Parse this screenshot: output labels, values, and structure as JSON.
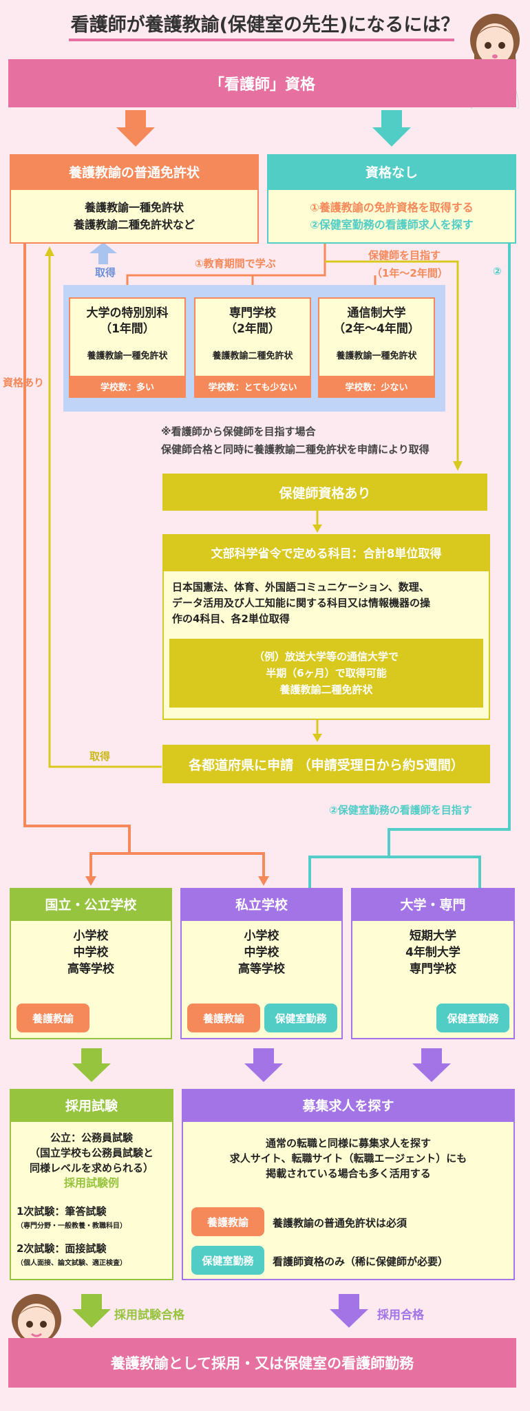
{
  "title": "看護師が養護教諭(保健室の先生)になるには？",
  "top_band": "「看護師」資格",
  "left_header": "養護教諭の普通免許状",
  "left_body": [
    "養護教諭一種免許状",
    "養護教諭二種免許状など"
  ],
  "right_header": "資格なし",
  "right_body": [
    "①養護教諭の免許資格を取得する",
    "②保健室勤務の看護師求人を探す"
  ],
  "label_shutoku1": "取得",
  "label_study": "①教育期間で学ぶ",
  "label_aim_hokenshi": "保健師を目指す",
  "label_aim_years": "（1年～2年間）",
  "label_two": "②",
  "label_shikaku_ari": "資格あり",
  "schools": [
    {
      "name": "大学の特別別科",
      "period": "（1年間）",
      "license": "養護教諭一種免許状",
      "count": "学校数：多い"
    },
    {
      "name": "専門学校",
      "period": "（2年間）",
      "license": "養護教諭二種免許状",
      "count": "学校数：とても少ない"
    },
    {
      "name": "通信制大学",
      "period": "（2年～4年間）",
      "license": "養護教諭一種免許状",
      "count": "学校数：少ない"
    }
  ],
  "note": [
    "※看護師から保健師を目指す場合",
    "保健師合格と同時に養護教諭二種免許状を申請により取得"
  ],
  "hokenshi_band": "保健師資格あり",
  "monka_header": "文部科学省令で定める科目：合計8単位取得",
  "monka_body": [
    "日本国憲法、体育、外国語コミュニケーション、数理、",
    "データ活用及び人工知能に関する科目又は情報機器の操",
    "作の4科目、各2単位取得"
  ],
  "monka_example": [
    "（例）放送大学等の通信大学で",
    "半期（6ヶ月）で取得可能",
    "養護教諭二種免許状"
  ],
  "label_shutoku2": "取得",
  "apply_band": "各都道府県に申請 （申請受理日から約5週間）",
  "label_aim_nurse": "②保健室勤務の看護師を目指す",
  "cat_public": {
    "header": "国立・公立学校",
    "items": [
      "小学校",
      "中学校",
      "高等学校"
    ],
    "badge": "養護教諭"
  },
  "cat_private": {
    "header": "私立学校",
    "items": [
      "小学校",
      "中学校",
      "高等学校"
    ],
    "badge1": "養護教諭",
    "badge2": "保健室勤務"
  },
  "cat_univ": {
    "header": "大学・専門",
    "items": [
      "短期大学",
      "4年制大学",
      "専門学校"
    ],
    "badge": "保健室勤務"
  },
  "exam_header": "採用試験",
  "exam_public": [
    "公立：公務員試験",
    "（国立学校も公務員試験と",
    "同様レベルを求められる）"
  ],
  "exam_example_title": "採用試験例",
  "exam_first": "1次試験：筆答試験",
  "exam_first_sub": "（専門分野・一般教養・教職科目）",
  "exam_second": "2次試験：面接試験",
  "exam_second_sub": "（個人面接、論文試験、適正検査）",
  "recruit_header": "募集求人を探す",
  "recruit_body": [
    "通常の転職と同様に募集求人を探す",
    "求人サイト、転職サイト（転職エージェント）にも",
    "掲載されている場合も多く活用する"
  ],
  "recruit_row1_badge": "養護教諭",
  "recruit_row1_text": "養護教諭の普通免許状は必須",
  "recruit_row2_badge": "保健室勤務",
  "recruit_row2_text": "看護師資格のみ（稀に保健師が必要）",
  "label_pass_exam": "採用試験合格",
  "label_pass": "採用合格",
  "final_band": "養護教諭として採用・又は保健室の看護師勤務",
  "colors": {
    "pink": "#e6709f",
    "orange": "#f5895a",
    "teal": "#52cdc6",
    "olive": "#d9c91f",
    "green": "#96c43f",
    "purple": "#a374e6",
    "lavender": "#c0d4f7",
    "cream": "#fffdd4"
  }
}
